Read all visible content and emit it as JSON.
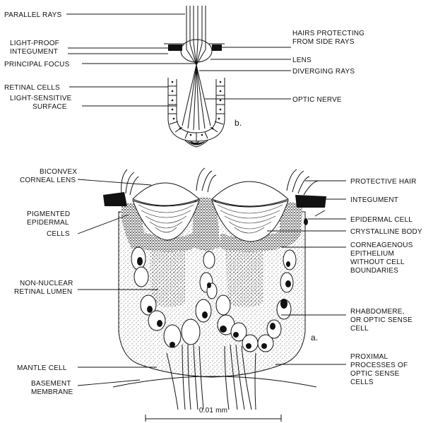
{
  "diagram_b": {
    "label": "b.",
    "left_labels": {
      "parallel_rays": "PARALLEL RAYS",
      "light_proof_1": "LIGHT-PROOF",
      "light_proof_2": "INTEGUMENT",
      "principal_focus": "PRINCIPAL FOCUS",
      "retinal_cells": "RETINAL CELLS",
      "light_sensitive_1": "LIGHT-SENSITIVE",
      "light_sensitive_2": "SURFACE"
    },
    "right_labels": {
      "hairs_1": "HAIRS PROTECTING",
      "hairs_2": "FROM SIDE RAYS",
      "lens": "LENS",
      "diverging_rays": "DIVERGING RAYS",
      "optic_nerve": "OPTIC NERVE"
    }
  },
  "diagram_a": {
    "label": "a.",
    "left_labels": {
      "biconvex_1": "BICONVEX",
      "biconvex_2": "CORNEAL LENS",
      "pigmented_1": "PIGMENTED",
      "pigmented_2": "EPIDERMAL",
      "pigmented_3": "CELLS",
      "non_nuclear_1": "NON-NUCLEAR",
      "non_nuclear_2": "RETINAL LUMEN",
      "mantle_cell": "MANTLE CELL",
      "basement_1": "BASEMENT",
      "basement_2": "MEMBRANE"
    },
    "right_labels": {
      "protective_hair": "PROTECTIVE HAIR",
      "integument": "INTEGUMENT",
      "epidermal_cell": "EPIDERMAL CELL",
      "crystalline_body": "CRYSTALLINE BODY",
      "corneagenous_1": "CORNEAGENOUS",
      "corneagenous_2": "EPITHELIUM",
      "corneagenous_3": "WITHOUT CELL",
      "corneagenous_4": "BOUNDARIES",
      "rhabdomere_1": "RHABDOMERE,",
      "rhabdomere_2": "OR OPTIC SENSE",
      "rhabdomere_3": "CELL",
      "proximal_1": "PROXIMAL",
      "proximal_2": "PROCESSES OF",
      "proximal_3": "OPTIC SENSE",
      "proximal_4": "CELLS"
    },
    "scale_bar": "0.01 mm"
  }
}
